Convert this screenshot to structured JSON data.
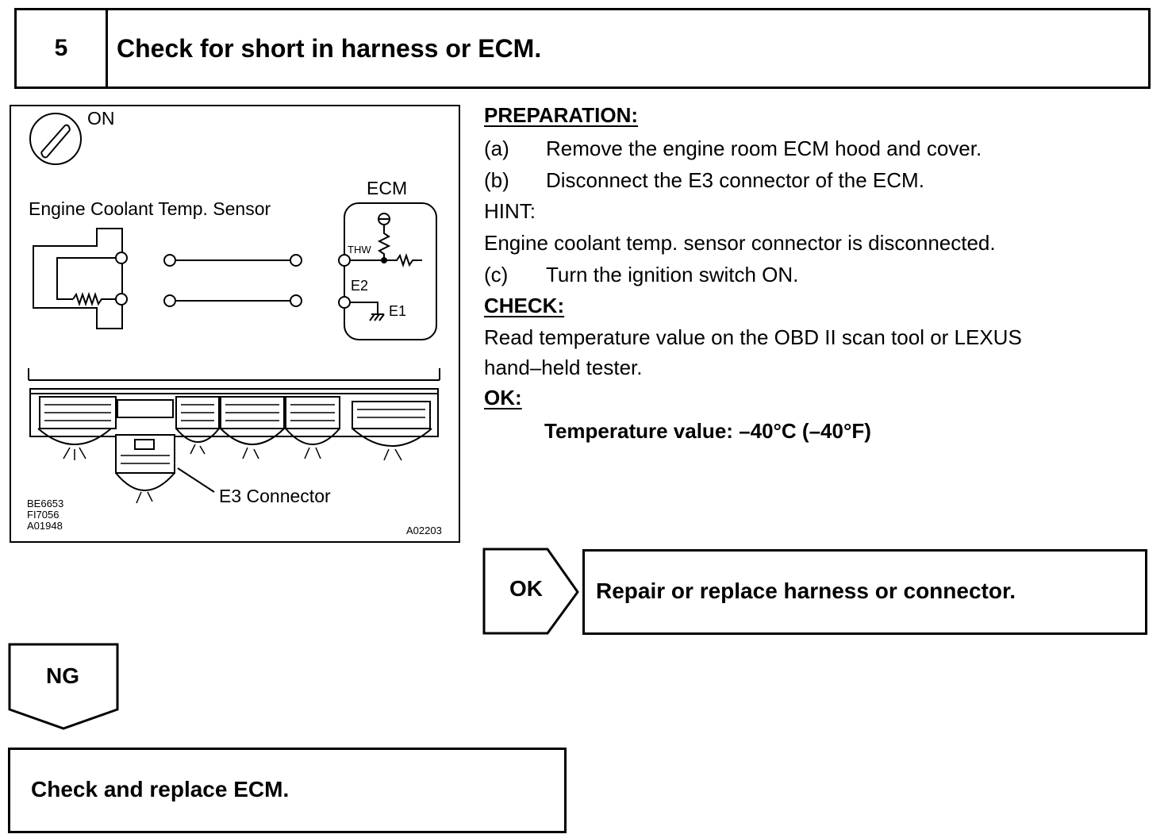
{
  "step": {
    "number": "5",
    "title": "Check for short in harness or ECM."
  },
  "figure": {
    "ignition_label": "ON",
    "sensor_label": "Engine Coolant Temp. Sensor",
    "ecm_label": "ECM",
    "thw_label": "THW",
    "e2_label": "E2",
    "e1_label": "E1",
    "connector_label": "E3 Connector",
    "codes": [
      "BE6653",
      "FI7056",
      "A01948"
    ],
    "figure_id": "A02203"
  },
  "instructions": {
    "preparation_heading": "PREPARATION:",
    "steps": [
      {
        "marker": "(a)",
        "text": "Remove the engine room ECM hood and cover."
      },
      {
        "marker": "(b)",
        "text": "Disconnect the E3 connector of the ECM."
      }
    ],
    "hint_heading": "HINT:",
    "hint_text": "Engine coolant temp. sensor connector is disconnected.",
    "step_c": {
      "marker": "(c)",
      "text": "Turn the ignition switch ON."
    },
    "check_heading": "CHECK:",
    "check_text_1": "Read temperature value on the OBD II scan tool or LEXUS",
    "check_text_2": "hand–held tester.",
    "ok_heading": "OK:",
    "ok_value": "Temperature value: –40°C (–40°F)"
  },
  "results": {
    "ok_label": "OK",
    "ok_action": "Repair or replace harness or connector.",
    "ng_label": "NG",
    "ng_action": "Check and replace ECM."
  }
}
